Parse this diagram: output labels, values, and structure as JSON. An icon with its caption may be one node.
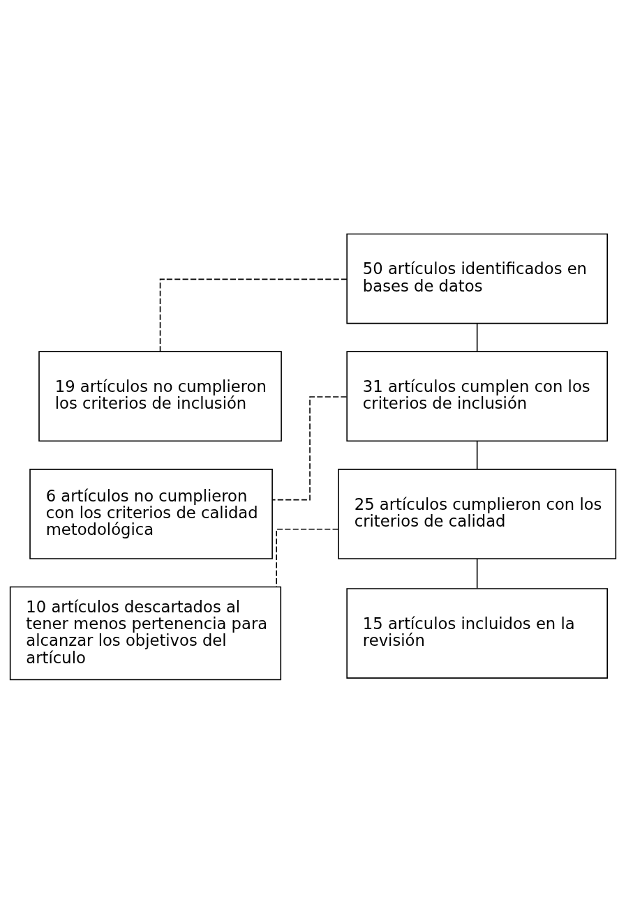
{
  "diagram": {
    "nodes": [
      {
        "text": [
          "50 artículos identificados en bases de datos"
        ]
      },
      {
        "text": [
          "19 artículos no cumplieron los criterios de inclusión"
        ]
      },
      {
        "text": [
          "31 artículos cumplen con los criterios de inclusión"
        ]
      },
      {
        "text": [
          "6 artículos no cumplieron con los criterios de calidad metodológica"
        ]
      },
      {
        "text": [
          "25 artículos cumplieron con los criterios de calidad"
        ]
      },
      {
        "text": [
          "10 artículos descartados al tener menos pertenencia para alcanzar los objetivos del artículo"
        ]
      },
      {
        "text": [
          "15 artículos incluidos en la revisión"
        ]
      }
    ],
    "edges": [
      {
        "from": 0,
        "to": 1,
        "arrow": "none",
        "style": "dashed"
      },
      {
        "from": 0,
        "to": 2,
        "arrow": "none"
      },
      {
        "from": 2,
        "to": 3,
        "arrow": "none",
        "style": "dashed"
      },
      {
        "from": 2,
        "to": 4,
        "arrow": "none"
      },
      {
        "from": 4,
        "to": 5,
        "arrow": "none",
        "style": "dashed"
      },
      {
        "from": 4,
        "to": 6,
        "arrow": "none"
      }
    ]
  }
}
